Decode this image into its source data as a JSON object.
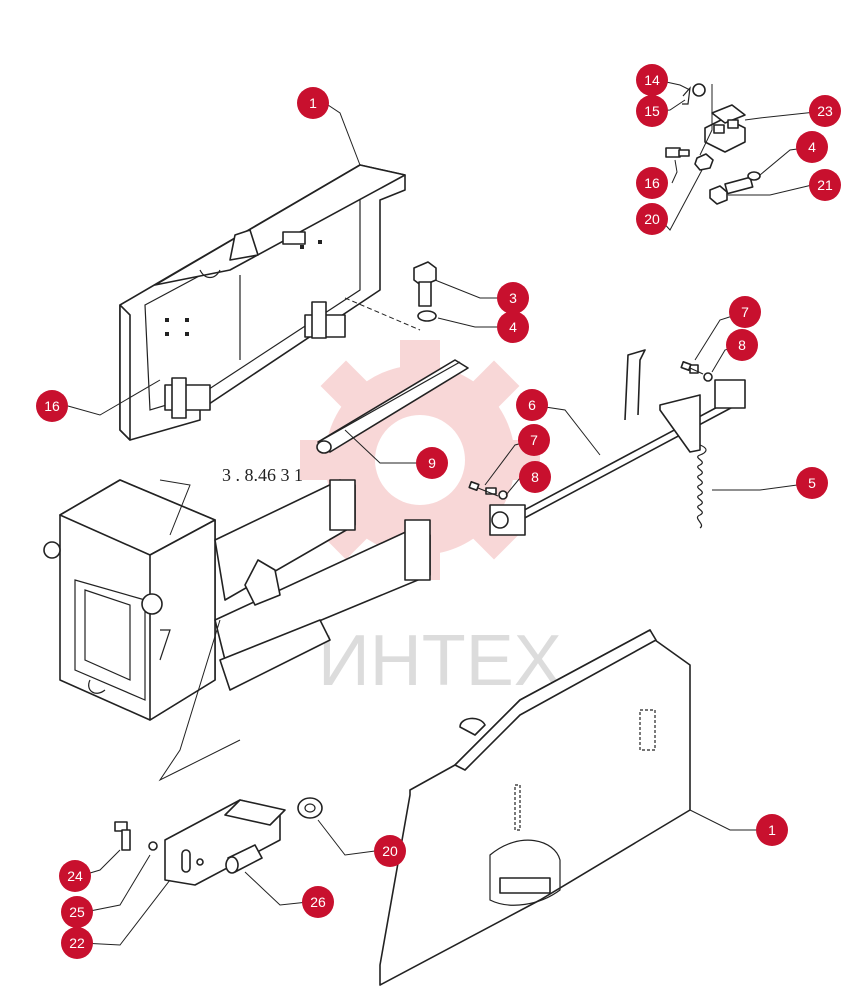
{
  "watermark": {
    "text": "ИНТЕХ",
    "gear_color": "#f4b8b8"
  },
  "callout_color": "#c8102e",
  "reference_label": {
    "text": "3 . 8.46 3 1"
  },
  "callouts": [
    {
      "id": "c1a",
      "label": "1"
    },
    {
      "id": "c1b",
      "label": "1"
    },
    {
      "id": "c3",
      "label": "3"
    },
    {
      "id": "c4a",
      "label": "4"
    },
    {
      "id": "c4b",
      "label": "4"
    },
    {
      "id": "c5",
      "label": "5"
    },
    {
      "id": "c6",
      "label": "6"
    },
    {
      "id": "c7a",
      "label": "7"
    },
    {
      "id": "c7b",
      "label": "7"
    },
    {
      "id": "c8a",
      "label": "8"
    },
    {
      "id": "c8b",
      "label": "8"
    },
    {
      "id": "c9",
      "label": "9"
    },
    {
      "id": "c14",
      "label": "14"
    },
    {
      "id": "c15",
      "label": "15"
    },
    {
      "id": "c16a",
      "label": "16"
    },
    {
      "id": "c16b",
      "label": "16"
    },
    {
      "id": "c20a",
      "label": "20"
    },
    {
      "id": "c20b",
      "label": "20"
    },
    {
      "id": "c21",
      "label": "21"
    },
    {
      "id": "c22",
      "label": "22"
    },
    {
      "id": "c23",
      "label": "23"
    },
    {
      "id": "c24",
      "label": "24"
    },
    {
      "id": "c25",
      "label": "25"
    },
    {
      "id": "c26",
      "label": "26"
    }
  ]
}
